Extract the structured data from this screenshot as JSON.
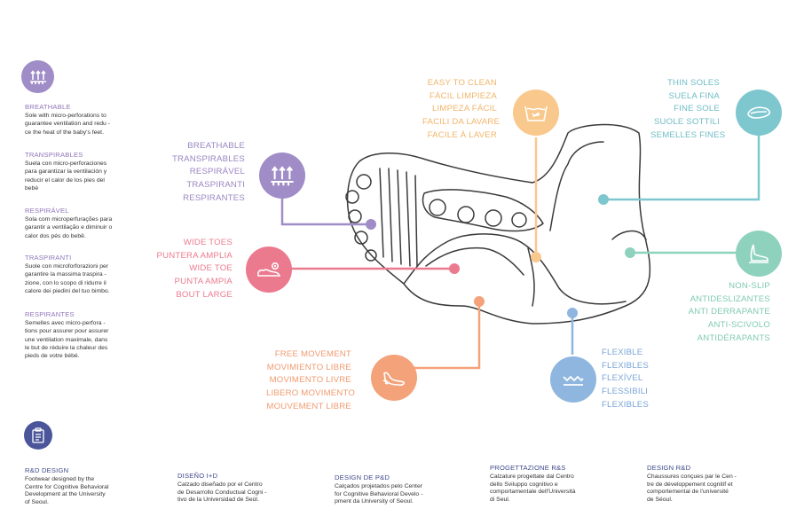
{
  "colors": {
    "purple": "#a08cc6",
    "pink": "#ec7a8e",
    "orange": "#f4a27a",
    "yellow": "#f9c88d",
    "teal": "#7ec7cf",
    "green": "#8ed2bd",
    "blue": "#8fb6df",
    "navy": "#4a559a"
  },
  "side_features": [
    {
      "title": "BREATHABLE",
      "text": [
        "Sole with micro-perforations to",
        "guarantee ventilation and redu -",
        "ce the heat of the baby's feet."
      ]
    },
    {
      "title": "TRANSPIRABLES",
      "text": [
        "Suela con micro-perforaciones",
        "para garantizar la ventilación y",
        "reducir el calor de los pies del",
        "bebé"
      ]
    },
    {
      "title": "RESPIRÁVEL",
      "text": [
        "Sola com microperfurações para",
        "garantir a ventilação e diminuir o",
        "calor dos pés do bebê."
      ]
    },
    {
      "title": "TRASPIRANTI",
      "text": [
        "Suole con microforforazioni per",
        "garantire la massima traspira -",
        "zione, con lo scopo di ridurre il",
        "calore dei piedini del tuo bimbo."
      ]
    },
    {
      "title": "RESPIRANTES",
      "text": [
        "Semelles avec micro-perfora -",
        "tions pour assurer pour assurer",
        "une ventilation maximale, dans",
        "le but de réduire la chaleur des",
        "pieds de votre bébé."
      ]
    }
  ],
  "labels": {
    "breathable": [
      "BREATHABLE",
      "TRANSPIRABLES",
      "RESPIRÁVEL",
      "TRASPIRANTI",
      "RESPIRANTES"
    ],
    "wide_toes": [
      "WIDE TOES",
      "PUNTERA AMPLIA",
      "WIDE TOE",
      "PUNTA AMPIA",
      "BOUT LARGE"
    ],
    "free_movement": [
      "FREE MOVEMENT",
      "MOVIMIENTO LIBRE",
      "MOVIMENTO LIVRE",
      "LIBERO MOVIMENTO",
      "MOUVEMENT LIBRE"
    ],
    "easy_clean": [
      "EASY TO CLEAN",
      "FÁCIL LIMPIEZA",
      "LIMPEZA FÁCIL",
      "FACILI DA LAVARE",
      "FACILE À LAVER"
    ],
    "thin_soles": [
      "THIN SOLES",
      "SUELA FINA",
      "FINE SOLE",
      "SUOLE SOTTILI",
      "SEMELLES FINES"
    ],
    "non_slip": [
      "NON-SLIP",
      "ANTIDESLIZANTES",
      "ANTI DERRAPANTE",
      "ANTI-SCIVOLO",
      "ANTIDÉRAPANTS"
    ],
    "flexible": [
      "FLEXIBLE",
      "FLEXIBLES",
      "FLEXÍVEL",
      "FLESSIBILI",
      "FLEXIBLES"
    ]
  },
  "footer": [
    {
      "title": "R&D DESIGN",
      "text": [
        "Footwear designed by the",
        "Centre for Cognitive Behavioral",
        "Development at the University",
        "of Seoul."
      ]
    },
    {
      "title": "DISEÑO I+D",
      "text": [
        "Calzado diseñado por el Centro",
        "de Desarrollo Conductual Cogni  -",
        "tivo de la Universidad de Seúl."
      ]
    },
    {
      "title": "DESIGN DE P&D",
      "text": [
        "Calçados projetados pelo Center",
        "for Cognitive Behavioral Develo  -",
        "pment da University of Seoul."
      ]
    },
    {
      "title": "PROGETTAZIONE R&S",
      "text": [
        "Calzature progettate dal Centro",
        "dello Sviluppo cognitivo  e",
        "comportamentale dell'Università",
        "di Seul."
      ]
    },
    {
      "title": "DESIGN R&D",
      "text": [
        "Chaussures conçues par le Cen -",
        "tre de développement cognitif et",
        "comportemental de l'université",
        "de Séoul."
      ]
    }
  ],
  "icons": {
    "breathable_small": "breathable-icon",
    "breathable": "breathable-icon",
    "wide_toes": "wide-toes-icon",
    "free_movement": "free-movement-icon",
    "easy_clean": "easy-clean-icon",
    "thin_soles": "thin-soles-icon",
    "non_slip": "non-slip-icon",
    "flexible": "flexible-icon",
    "rnd": "clipboard-icon"
  }
}
